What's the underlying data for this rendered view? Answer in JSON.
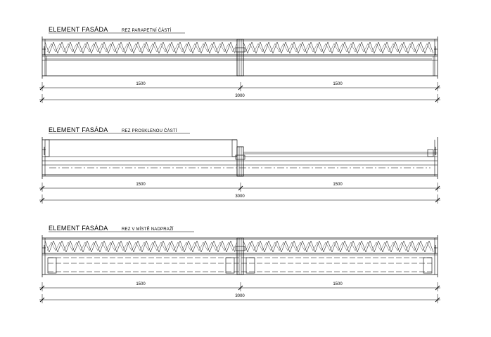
{
  "sections": [
    {
      "title": "ELEMENT FASÁDA",
      "subtitle": "REZ PARAPETNÍ ČÁSTÍ",
      "style": "insulated",
      "dims": {
        "left": "1500",
        "right": "1500",
        "total": "3000"
      }
    },
    {
      "title": "ELEMENT FASÁDA",
      "subtitle": "REZ PROSKLENOU ČÁSTÍ",
      "style": "glazed",
      "dims": {
        "left": "1500",
        "right": "1500",
        "total": "3000"
      }
    },
    {
      "title": "ELEMENT FASÁDA",
      "subtitle": "REZ V MÍSTĚ NADPRAŽÍ",
      "style": "lintel",
      "dims": {
        "left": "1500",
        "right": "1500",
        "total": "3000"
      }
    }
  ]
}
